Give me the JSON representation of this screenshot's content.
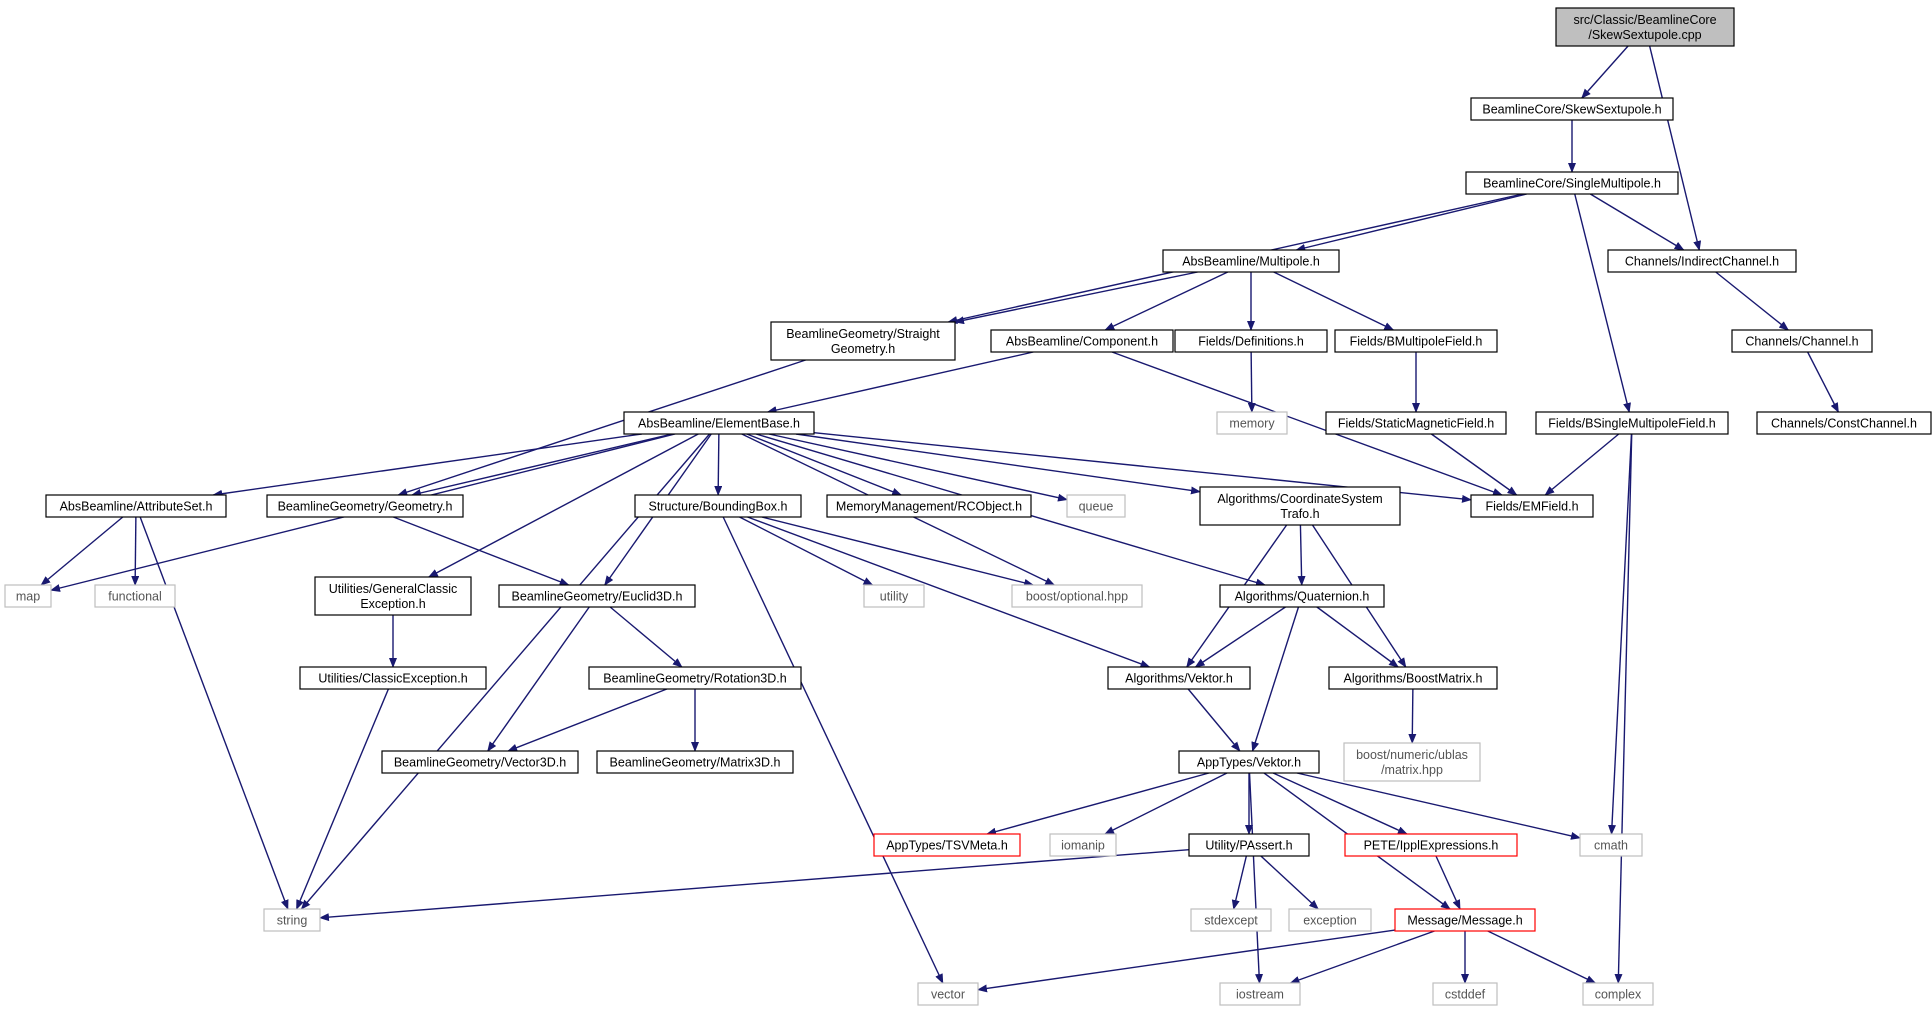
{
  "graph": {
    "nodes": [
      {
        "id": "root",
        "lines": [
          "src/Classic/BeamlineCore",
          "/SkewSextupole.cpp"
        ],
        "style": "root"
      },
      {
        "id": "skewsext_h",
        "lines": [
          "BeamlineCore/SkewSextupole.h"
        ],
        "style": "normal"
      },
      {
        "id": "singlemultipole_h",
        "lines": [
          "BeamlineCore/SingleMultipole.h"
        ],
        "style": "normal"
      },
      {
        "id": "multipole_h",
        "lines": [
          "AbsBeamline/Multipole.h"
        ],
        "style": "normal"
      },
      {
        "id": "indirectchannel_h",
        "lines": [
          "Channels/IndirectChannel.h"
        ],
        "style": "normal"
      },
      {
        "id": "straightgeom_h",
        "lines": [
          "BeamlineGeometry/Straight",
          "Geometry.h"
        ],
        "style": "normal"
      },
      {
        "id": "component_h",
        "lines": [
          "AbsBeamline/Component.h"
        ],
        "style": "normal"
      },
      {
        "id": "definitions_h",
        "lines": [
          "Fields/Definitions.h"
        ],
        "style": "normal"
      },
      {
        "id": "bmultipolefield_h",
        "lines": [
          "Fields/BMultipoleField.h"
        ],
        "style": "normal"
      },
      {
        "id": "channel_h",
        "lines": [
          "Channels/Channel.h"
        ],
        "style": "normal"
      },
      {
        "id": "memory",
        "lines": [
          "memory"
        ],
        "style": "external"
      },
      {
        "id": "staticmagfield_h",
        "lines": [
          "Fields/StaticMagneticField.h"
        ],
        "style": "normal"
      },
      {
        "id": "bsinglemultipolefield_h",
        "lines": [
          "Fields/BSingleMultipoleField.h"
        ],
        "style": "normal"
      },
      {
        "id": "constchannel_h",
        "lines": [
          "Channels/ConstChannel.h"
        ],
        "style": "normal"
      },
      {
        "id": "elementbase_h",
        "lines": [
          "AbsBeamline/ElementBase.h"
        ],
        "style": "normal"
      },
      {
        "id": "attributeset_h",
        "lines": [
          "AbsBeamline/AttributeSet.h"
        ],
        "style": "normal"
      },
      {
        "id": "geometry_h",
        "lines": [
          "BeamlineGeometry/Geometry.h"
        ],
        "style": "normal"
      },
      {
        "id": "boundingbox_h",
        "lines": [
          "Structure/BoundingBox.h"
        ],
        "style": "normal"
      },
      {
        "id": "rcobject_h",
        "lines": [
          "MemoryManagement/RCObject.h"
        ],
        "style": "normal"
      },
      {
        "id": "queue",
        "lines": [
          "queue"
        ],
        "style": "external"
      },
      {
        "id": "coordsystrafo_h",
        "lines": [
          "Algorithms/CoordinateSystem",
          "Trafo.h"
        ],
        "style": "normal"
      },
      {
        "id": "emfield_h",
        "lines": [
          "Fields/EMField.h"
        ],
        "style": "normal"
      },
      {
        "id": "map",
        "lines": [
          "map"
        ],
        "style": "external"
      },
      {
        "id": "functional",
        "lines": [
          "functional"
        ],
        "style": "external"
      },
      {
        "id": "genclassicexc_h",
        "lines": [
          "Utilities/GeneralClassic",
          "Exception.h"
        ],
        "style": "normal"
      },
      {
        "id": "euclid3d_h",
        "lines": [
          "BeamlineGeometry/Euclid3D.h"
        ],
        "style": "normal"
      },
      {
        "id": "utility",
        "lines": [
          "utility"
        ],
        "style": "external"
      },
      {
        "id": "boostoptional",
        "lines": [
          "boost/optional.hpp"
        ],
        "style": "external"
      },
      {
        "id": "quaternion_h",
        "lines": [
          "Algorithms/Quaternion.h"
        ],
        "style": "normal"
      },
      {
        "id": "classicexc_h",
        "lines": [
          "Utilities/ClassicException.h"
        ],
        "style": "normal"
      },
      {
        "id": "rotation3d_h",
        "lines": [
          "BeamlineGeometry/Rotation3D.h"
        ],
        "style": "normal"
      },
      {
        "id": "algvektor_h",
        "lines": [
          "Algorithms/Vektor.h"
        ],
        "style": "normal"
      },
      {
        "id": "boostmatrix_h",
        "lines": [
          "Algorithms/BoostMatrix.h"
        ],
        "style": "normal"
      },
      {
        "id": "vector3d_h",
        "lines": [
          "BeamlineGeometry/Vector3D.h"
        ],
        "style": "normal"
      },
      {
        "id": "matrix3d_h",
        "lines": [
          "BeamlineGeometry/Matrix3D.h"
        ],
        "style": "normal"
      },
      {
        "id": "appvektor_h",
        "lines": [
          "AppTypes/Vektor.h"
        ],
        "style": "normal"
      },
      {
        "id": "ublasmatrix",
        "lines": [
          "boost/numeric/ublas",
          "/matrix.hpp"
        ],
        "style": "external"
      },
      {
        "id": "tsvmeta_h",
        "lines": [
          "AppTypes/TSVMeta.h"
        ],
        "style": "truncated"
      },
      {
        "id": "iomanip",
        "lines": [
          "iomanip"
        ],
        "style": "external"
      },
      {
        "id": "passert_h",
        "lines": [
          "Utility/PAssert.h"
        ],
        "style": "normal"
      },
      {
        "id": "ipplexpr_h",
        "lines": [
          "PETE/IpplExpressions.h"
        ],
        "style": "truncated"
      },
      {
        "id": "cmath",
        "lines": [
          "cmath"
        ],
        "style": "external"
      },
      {
        "id": "string",
        "lines": [
          "string"
        ],
        "style": "external"
      },
      {
        "id": "stdexcept",
        "lines": [
          "stdexcept"
        ],
        "style": "external"
      },
      {
        "id": "exception",
        "lines": [
          "exception"
        ],
        "style": "external"
      },
      {
        "id": "message_h",
        "lines": [
          "Message/Message.h"
        ],
        "style": "truncated"
      },
      {
        "id": "vector",
        "lines": [
          "vector"
        ],
        "style": "external"
      },
      {
        "id": "iostream",
        "lines": [
          "iostream"
        ],
        "style": "external"
      },
      {
        "id": "cstddef",
        "lines": [
          "cstddef"
        ],
        "style": "external"
      },
      {
        "id": "complex",
        "lines": [
          "complex"
        ],
        "style": "external"
      }
    ],
    "edges": [
      {
        "from": "root",
        "to": "skewsext_h"
      },
      {
        "from": "root",
        "to": "indirectchannel_h"
      },
      {
        "from": "skewsext_h",
        "to": "singlemultipole_h"
      },
      {
        "from": "singlemultipole_h",
        "to": "multipole_h"
      },
      {
        "from": "singlemultipole_h",
        "to": "straightgeom_h"
      },
      {
        "from": "singlemultipole_h",
        "to": "indirectchannel_h"
      },
      {
        "from": "singlemultipole_h",
        "to": "bsinglemultipolefield_h"
      },
      {
        "from": "multipole_h",
        "to": "straightgeom_h"
      },
      {
        "from": "multipole_h",
        "to": "component_h"
      },
      {
        "from": "multipole_h",
        "to": "definitions_h"
      },
      {
        "from": "multipole_h",
        "to": "bmultipolefield_h"
      },
      {
        "from": "indirectchannel_h",
        "to": "channel_h"
      },
      {
        "from": "channel_h",
        "to": "constchannel_h"
      },
      {
        "from": "straightgeom_h",
        "to": "geometry_h"
      },
      {
        "from": "component_h",
        "to": "elementbase_h"
      },
      {
        "from": "component_h",
        "to": "emfield_h"
      },
      {
        "from": "definitions_h",
        "to": "memory"
      },
      {
        "from": "bmultipolefield_h",
        "to": "staticmagfield_h"
      },
      {
        "from": "staticmagfield_h",
        "to": "emfield_h"
      },
      {
        "from": "bsinglemultipolefield_h",
        "to": "emfield_h"
      },
      {
        "from": "bsinglemultipolefield_h",
        "to": "cmath"
      },
      {
        "from": "bsinglemultipolefield_h",
        "to": "complex"
      },
      {
        "from": "elementbase_h",
        "to": "attributeset_h"
      },
      {
        "from": "elementbase_h",
        "to": "geometry_h"
      },
      {
        "from": "elementbase_h",
        "to": "boundingbox_h"
      },
      {
        "from": "elementbase_h",
        "to": "rcobject_h"
      },
      {
        "from": "elementbase_h",
        "to": "queue"
      },
      {
        "from": "elementbase_h",
        "to": "coordsystrafo_h"
      },
      {
        "from": "elementbase_h",
        "to": "emfield_h"
      },
      {
        "from": "elementbase_h",
        "to": "map"
      },
      {
        "from": "elementbase_h",
        "to": "string"
      },
      {
        "from": "elementbase_h",
        "to": "genclassicexc_h"
      },
      {
        "from": "elementbase_h",
        "to": "euclid3d_h"
      },
      {
        "from": "elementbase_h",
        "to": "boostoptional"
      },
      {
        "from": "elementbase_h",
        "to": "quaternion_h"
      },
      {
        "from": "attributeset_h",
        "to": "map"
      },
      {
        "from": "attributeset_h",
        "to": "functional"
      },
      {
        "from": "attributeset_h",
        "to": "string"
      },
      {
        "from": "geometry_h",
        "to": "euclid3d_h"
      },
      {
        "from": "genclassicexc_h",
        "to": "classicexc_h"
      },
      {
        "from": "classicexc_h",
        "to": "string"
      },
      {
        "from": "euclid3d_h",
        "to": "rotation3d_h"
      },
      {
        "from": "euclid3d_h",
        "to": "vector3d_h"
      },
      {
        "from": "rotation3d_h",
        "to": "vector3d_h"
      },
      {
        "from": "rotation3d_h",
        "to": "matrix3d_h"
      },
      {
        "from": "boundingbox_h",
        "to": "utility"
      },
      {
        "from": "boundingbox_h",
        "to": "boostoptional"
      },
      {
        "from": "boundingbox_h",
        "to": "algvektor_h"
      },
      {
        "from": "boundingbox_h",
        "to": "vector"
      },
      {
        "from": "coordsystrafo_h",
        "to": "quaternion_h"
      },
      {
        "from": "coordsystrafo_h",
        "to": "algvektor_h"
      },
      {
        "from": "coordsystrafo_h",
        "to": "boostmatrix_h"
      },
      {
        "from": "quaternion_h",
        "to": "algvektor_h"
      },
      {
        "from": "quaternion_h",
        "to": "boostmatrix_h"
      },
      {
        "from": "quaternion_h",
        "to": "appvektor_h"
      },
      {
        "from": "algvektor_h",
        "to": "appvektor_h"
      },
      {
        "from": "boostmatrix_h",
        "to": "ublasmatrix"
      },
      {
        "from": "appvektor_h",
        "to": "tsvmeta_h"
      },
      {
        "from": "appvektor_h",
        "to": "iomanip"
      },
      {
        "from": "appvektor_h",
        "to": "passert_h"
      },
      {
        "from": "appvektor_h",
        "to": "ipplexpr_h"
      },
      {
        "from": "appvektor_h",
        "to": "cmath"
      },
      {
        "from": "appvektor_h",
        "to": "message_h"
      },
      {
        "from": "appvektor_h",
        "to": "iostream"
      },
      {
        "from": "passert_h",
        "to": "string"
      },
      {
        "from": "passert_h",
        "to": "stdexcept"
      },
      {
        "from": "passert_h",
        "to": "exception"
      },
      {
        "from": "ipplexpr_h",
        "to": "message_h"
      },
      {
        "from": "message_h",
        "to": "vector"
      },
      {
        "from": "message_h",
        "to": "iostream"
      },
      {
        "from": "message_h",
        "to": "cstddef"
      },
      {
        "from": "message_h",
        "to": "complex"
      }
    ]
  },
  "colors": {
    "edge": "#191970",
    "normal_border": "#000000",
    "external_border": "#bfbfbf",
    "truncated_border": "#ff0000",
    "root_fill": "#bfbfbf",
    "node_fill": "#ffffff",
    "external_text": "#555555"
  }
}
